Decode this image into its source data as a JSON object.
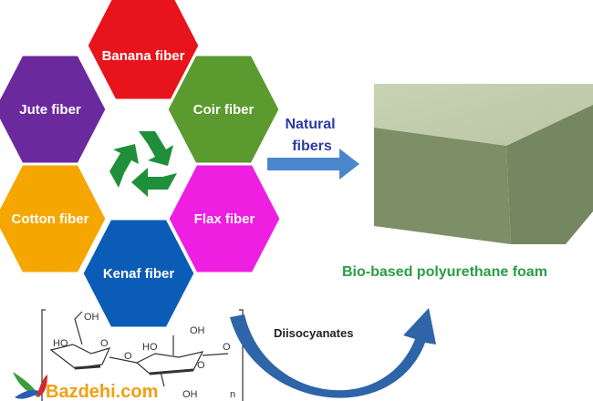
{
  "fibers": [
    {
      "label": "Banana fiber",
      "color": "#e8141c"
    },
    {
      "label": "Jute fiber",
      "color": "#6a2a9e"
    },
    {
      "label": "Coir fiber",
      "color": "#5a9a2e"
    },
    {
      "label": "Cotton fiber",
      "color": "#f5a600"
    },
    {
      "label": "Flax fiber",
      "color": "#ee1fe0"
    },
    {
      "label": "Kenaf fiber",
      "color": "#0b5cb6"
    }
  ],
  "arrow_label_line1": "Natural",
  "arrow_label_line2": "fibers",
  "product_caption": "Bio-based polyurethane foam",
  "reagent_label": "Diisocyanates",
  "chem": {
    "oh": "OH",
    "ho": "HO",
    "o": "O",
    "n": "n"
  },
  "watermark": "Bazdehi.com",
  "icons": {
    "center": "recycle-icon"
  }
}
